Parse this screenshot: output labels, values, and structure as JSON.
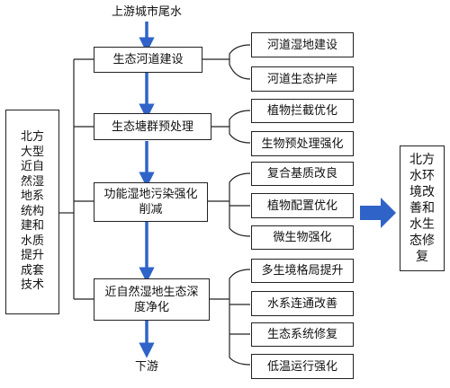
{
  "top_label": "上游城市尾水",
  "bottom_label": "下游",
  "left_title": [
    "北方",
    "大型",
    "近自",
    "然湿",
    "地系",
    "统构",
    "建和",
    "水质",
    "提升",
    "成套",
    "技术"
  ],
  "right_result": [
    "北方",
    "水环",
    "境改",
    "善和",
    "水生",
    "态修",
    "复"
  ],
  "stages": [
    {
      "label": "生态河道建设",
      "subs": [
        "河道湿地建设",
        "河道生态护岸"
      ]
    },
    {
      "label": "生态塘群预处理",
      "subs": [
        "植物拦截优化",
        "生物预处理强化"
      ]
    },
    {
      "label": "功能湿地污染强化削减",
      "subs": [
        "复合基质改良",
        "植物配置优化",
        "微生物强化"
      ]
    },
    {
      "label": "近自然湿地生态深度净化",
      "subs": [
        "多生境格局提升",
        "水系连通改善",
        "生态系统修复",
        "低温运行强化"
      ]
    }
  ],
  "colors": {
    "arrow": "#2f63c8",
    "line": "#222222"
  }
}
